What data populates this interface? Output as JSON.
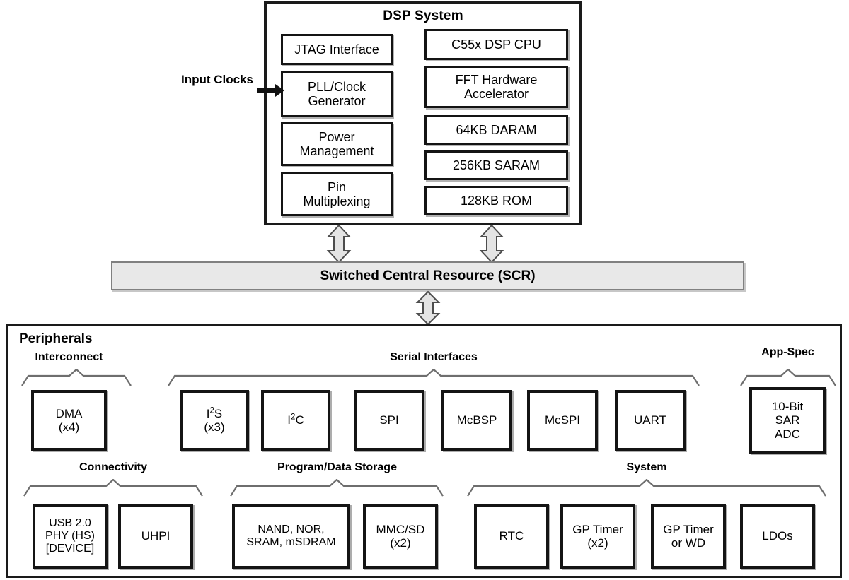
{
  "diagram": {
    "dsp_system": {
      "title": "DSP System",
      "input_label_line1": "Input",
      "input_label_line2": "Clocks",
      "left_column": [
        {
          "lines": [
            "JTAG Interface"
          ]
        },
        {
          "lines": [
            "PLL/Clock",
            "Generator"
          ]
        },
        {
          "lines": [
            "Power",
            "Management"
          ]
        },
        {
          "lines": [
            "Pin",
            "Multiplexing"
          ]
        }
      ],
      "right_column": [
        {
          "lines": [
            "C55x DSP CPU"
          ]
        },
        {
          "lines": [
            "FFT Hardware",
            "Accelerator"
          ]
        },
        {
          "lines": [
            "64KB DARAM"
          ]
        },
        {
          "lines": [
            "256KB SARAM"
          ]
        },
        {
          "lines": [
            "128KB ROM"
          ]
        }
      ]
    },
    "scr": {
      "label": "Switched Central Resource (SCR)"
    },
    "peripherals": {
      "title": "Peripherals",
      "groups": [
        {
          "label": "Interconnect",
          "blocks": [
            {
              "lines": [
                "DMA",
                "(x4)"
              ]
            }
          ]
        },
        {
          "label": "Serial Interfaces",
          "blocks": [
            {
              "lines": [
                "I<sup>2</sup>S",
                "(x3)"
              ],
              "html": true
            },
            {
              "lines": [
                "I<sup>2</sup>C"
              ],
              "html": true
            },
            {
              "lines": [
                "SPI"
              ]
            },
            {
              "lines": [
                "McBSP"
              ]
            },
            {
              "lines": [
                "McSPI"
              ]
            },
            {
              "lines": [
                "UART"
              ]
            }
          ]
        },
        {
          "label": "App-Spec",
          "blocks": [
            {
              "lines": [
                "10-Bit",
                "SAR",
                "ADC"
              ]
            }
          ]
        },
        {
          "label": "Connectivity",
          "blocks": [
            {
              "lines": [
                "USB 2.0",
                "PHY (HS)",
                "[DEVICE]"
              ]
            },
            {
              "lines": [
                "UHPI"
              ]
            }
          ]
        },
        {
          "label": "Program/Data Storage",
          "blocks": [
            {
              "lines": [
                "NAND, NOR,",
                "SRAM, mSDRAM"
              ]
            },
            {
              "lines": [
                "MMC/SD",
                "(x2)"
              ]
            }
          ]
        },
        {
          "label": "System",
          "blocks": [
            {
              "lines": [
                "RTC"
              ]
            },
            {
              "lines": [
                "GP Timer",
                "(x2)"
              ]
            },
            {
              "lines": [
                "GP Timer",
                "or WD"
              ]
            },
            {
              "lines": [
                "LDOs"
              ]
            }
          ]
        }
      ]
    },
    "colors": {
      "outline": "#1a1a1a",
      "block_border": "#141414",
      "scr_fill": "#e8e8e8",
      "scr_border": "#808080",
      "arrow_fill": "#e4e4e4",
      "arrow_stroke": "#4d4d4d",
      "background": "#ffffff"
    }
  }
}
